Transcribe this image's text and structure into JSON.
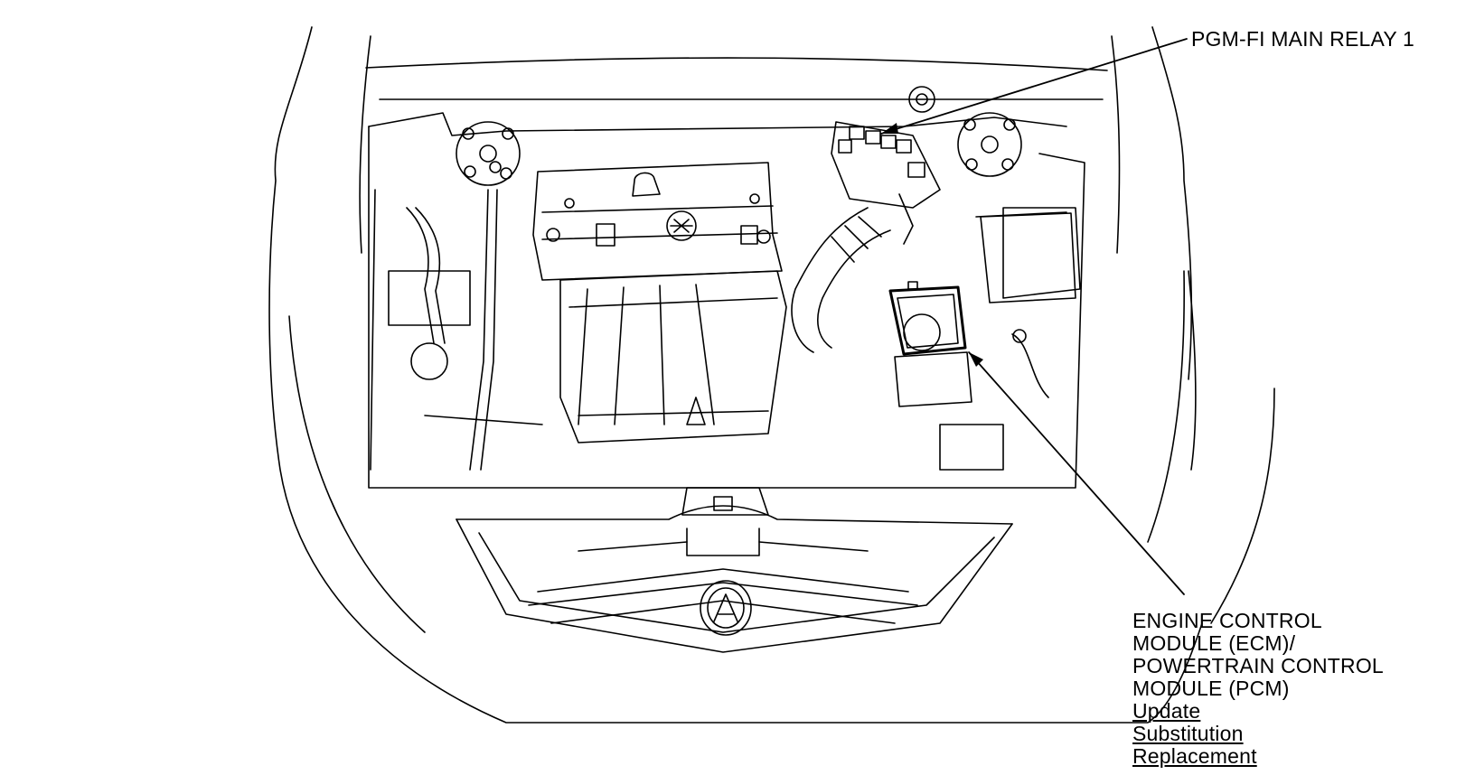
{
  "callouts": {
    "relay": {
      "text": "PGM-FI MAIN RELAY 1"
    },
    "ecm": {
      "lines": [
        "ENGINE CONTROL",
        "MODULE (ECM)/",
        "POWERTRAIN CONTROL",
        "MODULE (PCM)"
      ],
      "links": [
        "Update",
        "Substitution",
        "Replacement"
      ]
    }
  },
  "colors": {
    "line": "#000000",
    "background": "#ffffff"
  }
}
